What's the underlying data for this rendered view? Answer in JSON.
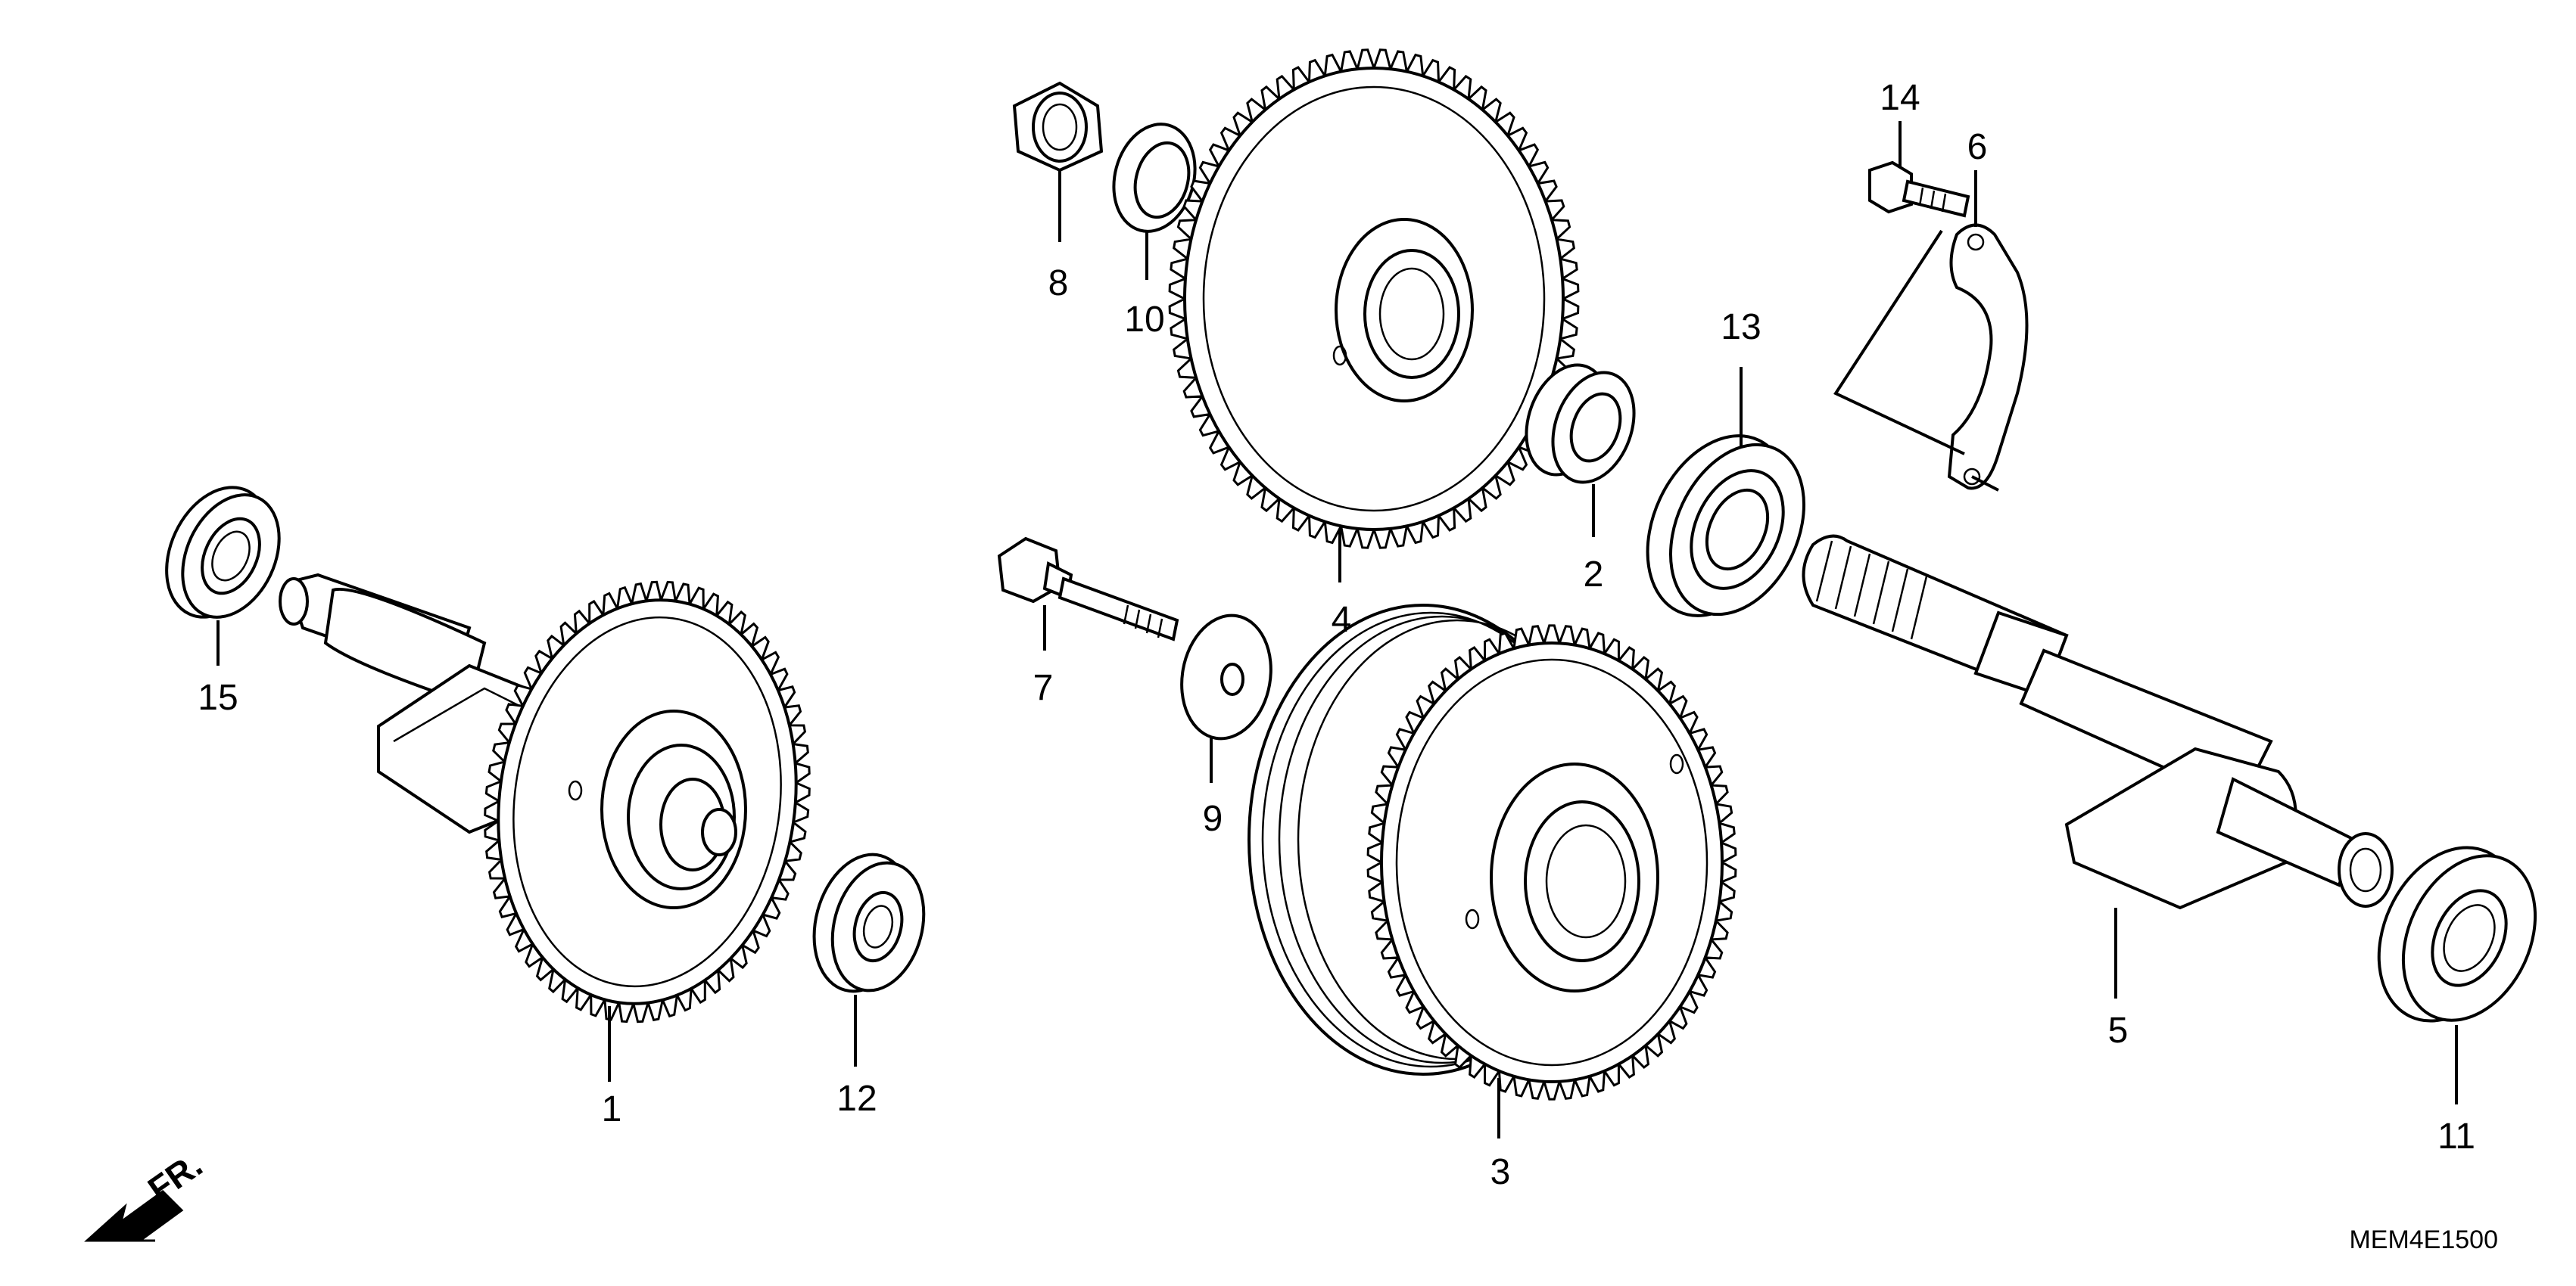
{
  "diagram": {
    "code": "MEM4E1500",
    "front_label": "FR.",
    "callouts": [
      {
        "id": "1",
        "text": "1"
      },
      {
        "id": "2",
        "text": "2"
      },
      {
        "id": "3",
        "text": "3"
      },
      {
        "id": "4",
        "text": "4"
      },
      {
        "id": "5",
        "text": "5"
      },
      {
        "id": "6",
        "text": "6"
      },
      {
        "id": "7",
        "text": "7"
      },
      {
        "id": "8",
        "text": "8"
      },
      {
        "id": "9",
        "text": "9"
      },
      {
        "id": "10",
        "text": "10"
      },
      {
        "id": "11",
        "text": "11"
      },
      {
        "id": "12",
        "text": "12"
      },
      {
        "id": "13",
        "text": "13"
      },
      {
        "id": "14",
        "text": "14"
      },
      {
        "id": "15",
        "text": "15"
      }
    ]
  }
}
